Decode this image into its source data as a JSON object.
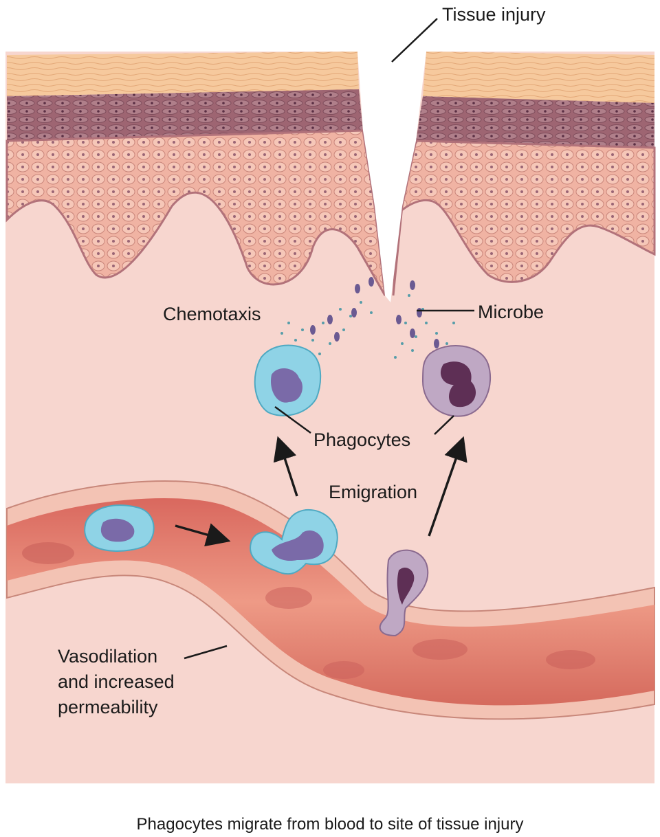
{
  "labels": {
    "tissue_injury": "Tissue injury",
    "chemotaxis": "Chemotaxis",
    "microbe": "Microbe",
    "phagocytes": "Phagocytes",
    "emigration": "Emigration",
    "vasodilation_line1": "Vasodilation",
    "vasodilation_line2": "and increased",
    "vasodilation_line3": "permeability"
  },
  "caption": "Phagocytes migrate from blood to site of tissue injury",
  "colors": {
    "dermis": "#f7d6cf",
    "stratum_corneum": "#f6c79a",
    "granular_layer": "#a9707a",
    "spinous_layer": "#efb2a1",
    "vessel_wall": "#f3c3b4",
    "vessel_lumen": "#e98a78",
    "neutrophil": "#8fd3e6",
    "neutrophil_nucleus": "#7a6aa8",
    "macrophage": "#bfa8c4",
    "macrophage_nucleus": "#5e2f55",
    "microbe": "#6b5a92",
    "chemical_signal": "#2f8fa0"
  }
}
